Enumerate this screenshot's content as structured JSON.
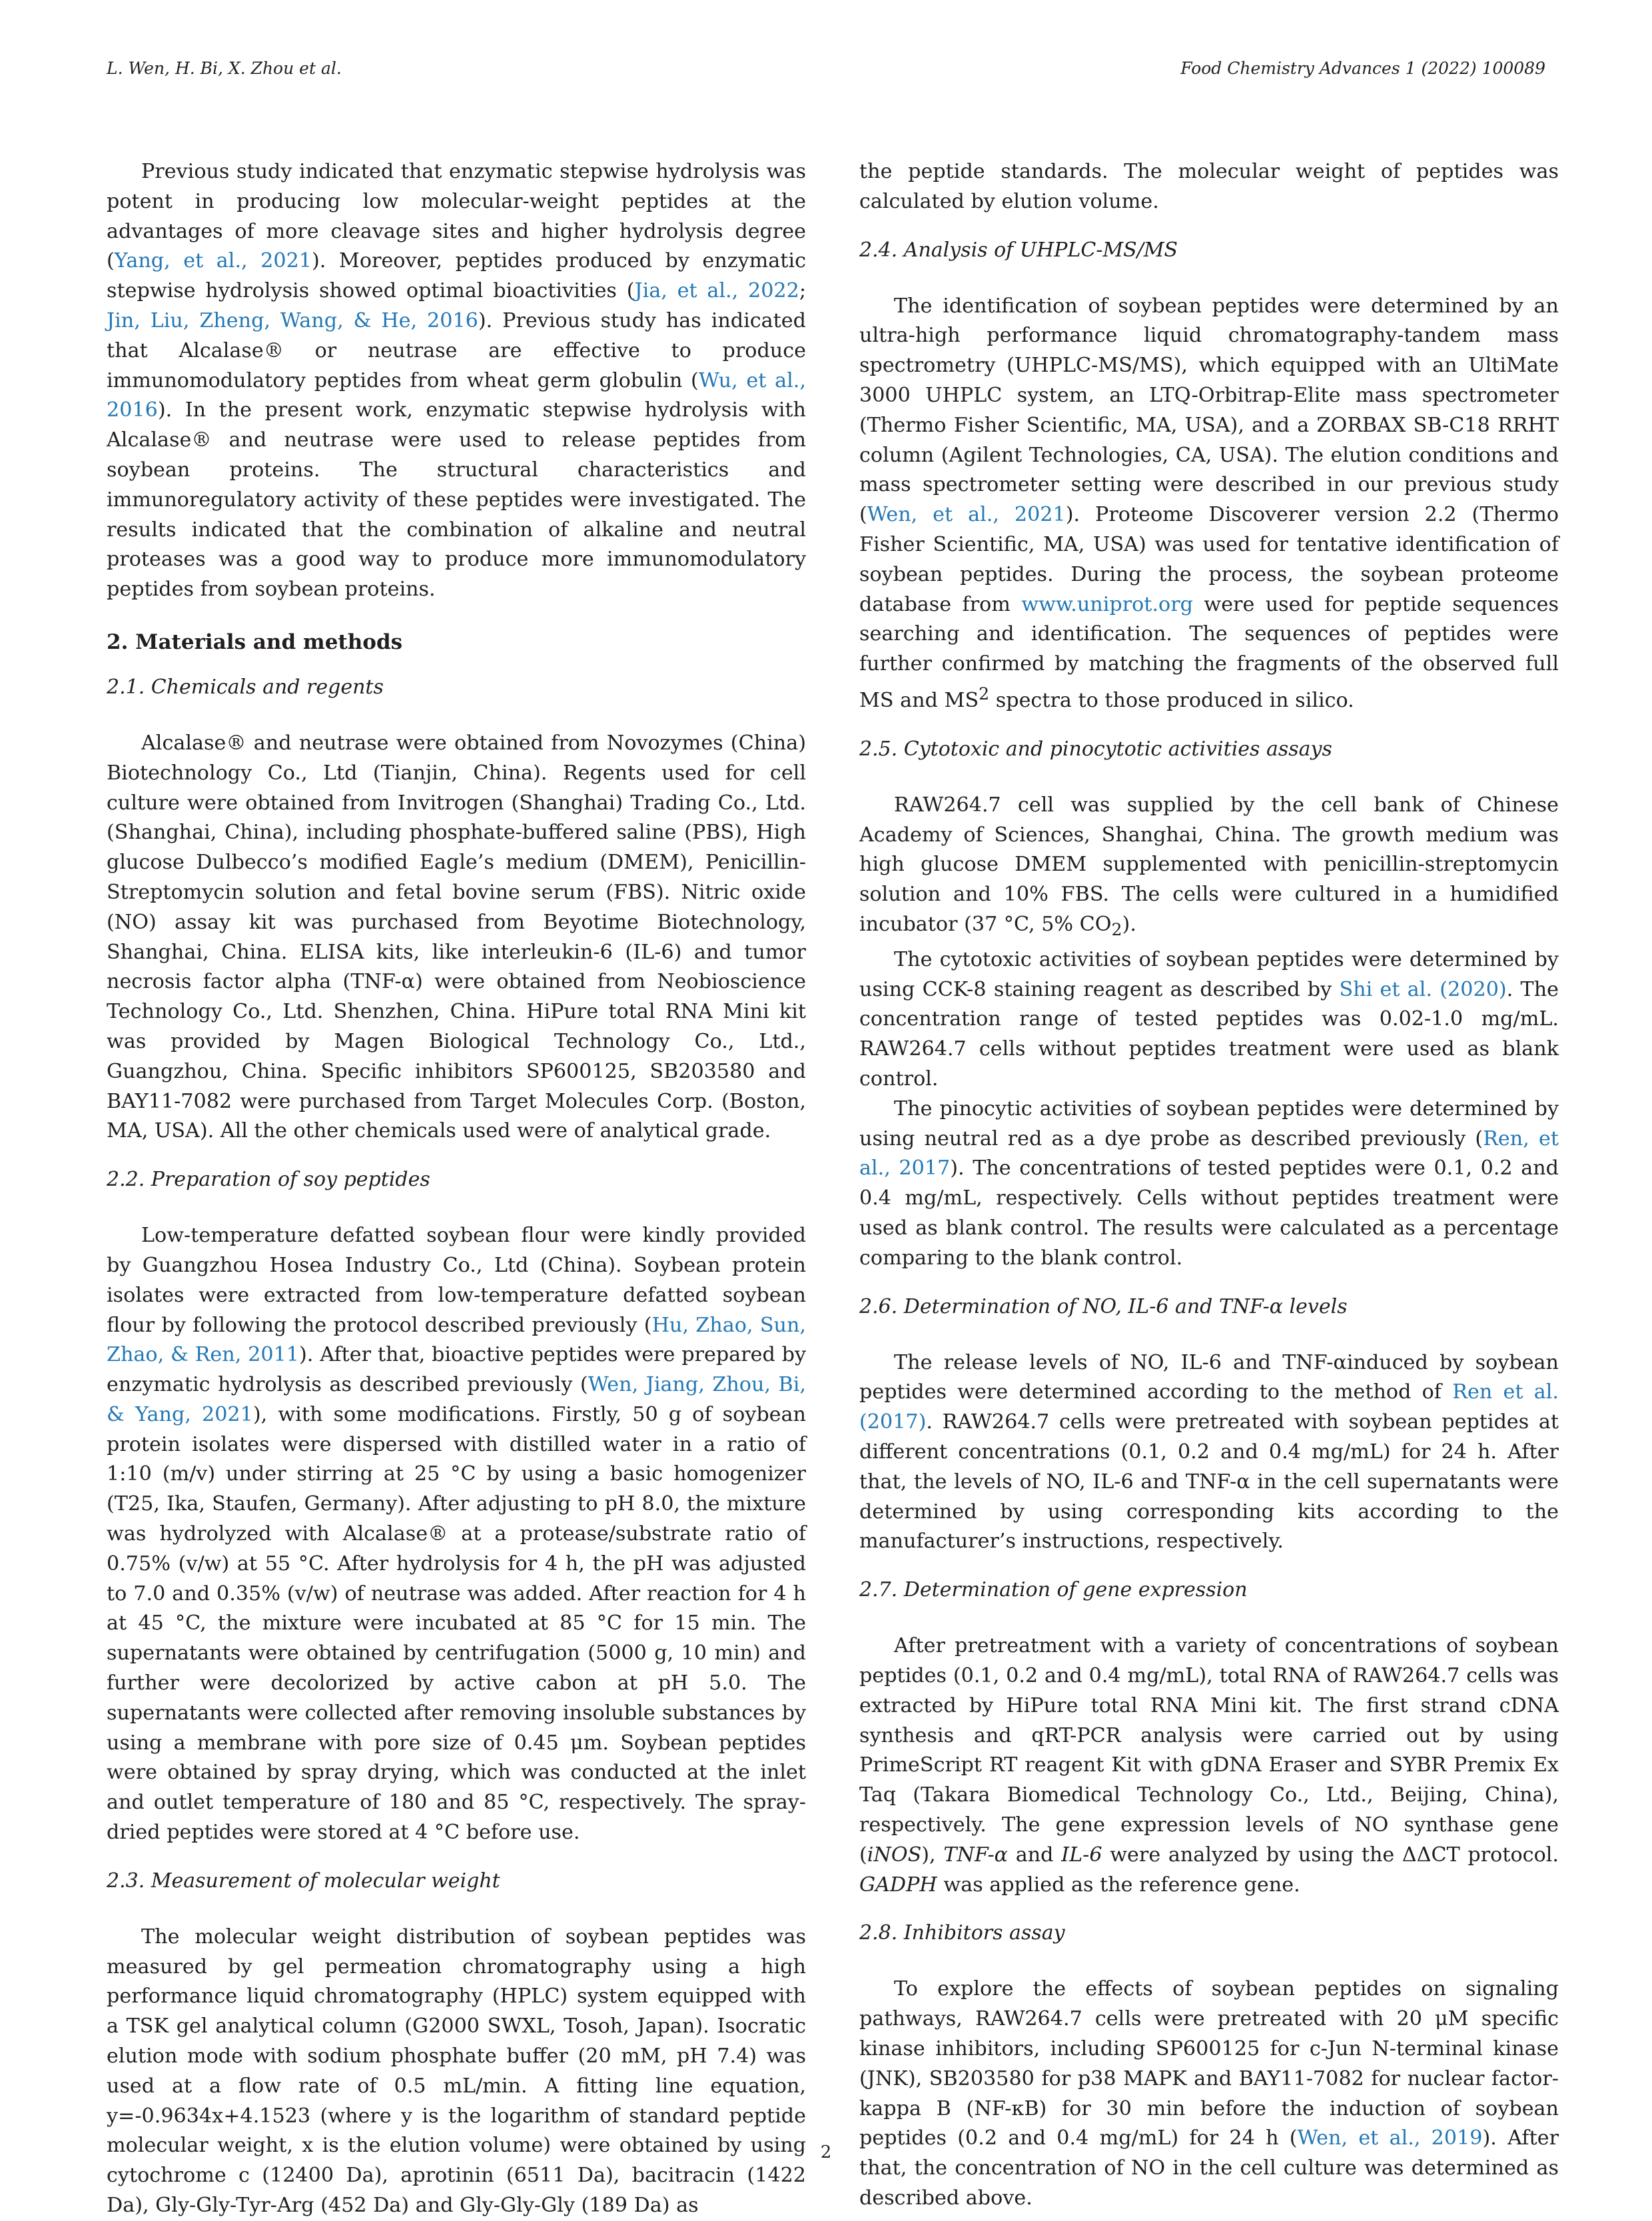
{
  "header": {
    "authors": "L. Wen, H. Bi, X. Zhou et al.",
    "journal": "Food Chemistry Advances 1 (2022) 100089"
  },
  "page_number": "2",
  "left": {
    "p_intro": {
      "a": "Previous study indicated that enzymatic stepwise hydrolysis was potent in producing low molecular-weight peptides at the advantages of more cleavage sites and higher hydrolysis degree (",
      "c1": "Yang, et al., 2021",
      "b": "). Moreover, peptides produced by enzymatic stepwise hydrolysis showed optimal bioactivities (",
      "c2": "Jia, et al., 2022",
      "c": "; ",
      "c3": "Jin, Liu, Zheng, Wang, & He, 2016",
      "d": "). Previous study has indicated that Alcalase® or neutrase are effective to produce immunomodulatory peptides from wheat germ globulin (",
      "c4": "Wu, et al., 2016",
      "e": "). In the present work, enzymatic stepwise hydrolysis with Alcalase® and neutrase were used to release peptides from soybean proteins. The structural characteristics and immunoregulatory activity of these peptides were investigated. The results indicated that the combination of alkaline and neutral proteases was a good way to produce more immunomodulatory peptides from soybean proteins."
    },
    "sec2_title": "2.  Materials and methods",
    "s21_title": "2.1.  Chemicals and regents",
    "s21_p": "Alcalase® and neutrase were obtained from Novozymes (China) Biotechnology Co., Ltd (Tianjin, China). Regents used for cell culture were obtained from Invitrogen (Shanghai) Trading Co., Ltd. (Shanghai, China), including phosphate-buffered saline (PBS), High glucose Dulbecco’s modified Eagle’s medium (DMEM), Penicillin-Streptomycin solution and fetal bovine serum (FBS). Nitric oxide (NO) assay kit was purchased from Beyotime Biotechnology, Shanghai, China. ELISA kits, like interleukin-6 (IL-6) and tumor necrosis factor alpha (TNF-α) were obtained from Neobioscience Technology Co., Ltd. Shenzhen, China. HiPure total RNA Mini kit was provided by Magen Biological Technology Co., Ltd., Guangzhou, China. Specific inhibitors SP600125, SB203580 and BAY11-7082 were purchased from Target Molecules Corp. (Boston, MA, USA). All the other chemicals used were of analytical grade.",
    "s22_title": "2.2.  Preparation of soy peptides",
    "s22_p": {
      "a": "Low-temperature defatted soybean flour were kindly provided by Guangzhou Hosea Industry Co., Ltd (China). Soybean protein isolates were extracted from low-temperature defatted soybean flour by following the protocol described previously (",
      "c1": "Hu, Zhao, Sun, Zhao, & Ren, 2011",
      "b": "). After that, bioactive peptides were prepared by enzymatic hydrolysis as described previously (",
      "c2": "Wen, Jiang, Zhou, Bi, & Yang, 2021",
      "c": "), with some modifications. Firstly, 50 g of soybean protein isolates were dispersed with distilled water in a ratio of 1:10 (m/v) under stirring at 25 °C by using a basic homogenizer (T25, Ika, Staufen, Germany). After adjusting to pH 8.0, the mixture was hydrolyzed with Alcalase® at a protease/substrate ratio of 0.75% (v/w) at 55 °C. After hydrolysis for 4 h, the pH was adjusted to 7.0 and 0.35% (v/w) of neutrase was added. After reaction for 4 h at 45 °C, the mixture were incubated at 85 °C for 15 min. The supernatants were obtained by centrifugation (5000 g, 10 min) and further were decolorized by active cabon at pH 5.0. The supernatants were collected after removing insoluble substances by using a membrane with pore size of 0.45 μm. Soybean peptides were obtained by spray drying, which was conducted at the inlet and outlet temperature of 180 and 85 °C, respectively. The spray-dried peptides were stored at 4 °C before use."
    },
    "s23_title": "2.3.  Measurement of molecular weight",
    "s23_p": "The molecular weight distribution of soybean peptides was measured by gel permeation chromatography using a high performance liquid chromatography (HPLC) system equipped with a TSK gel analytical column (G2000 SWXL, Tosoh, Japan). Isocratic elution mode with sodium phosphate buffer (20 mM, pH 7.4) was used at a flow rate of 0.5 mL/min. A fitting line equation, y=-0.9634x+4.1523 (where y is the logarithm of standard peptide molecular weight, x is the elution volume) were obtained by using cytochrome c (12400 Da), aprotinin (6511 Da), bacitracin (1422 Da), Gly-Gly-Tyr-Arg (452 Da) and Gly-Gly-Gly (189 Da) as"
  },
  "right": {
    "p_cont": "the peptide standards. The molecular weight of peptides was calculated by elution volume.",
    "s24_title": "2.4.  Analysis of UHPLC-MS/MS",
    "s24_p": {
      "a": "The identification of soybean peptides were determined by an ultra-high performance liquid chromatography-tandem mass spectrometry (UHPLC-MS/MS), which equipped with an UltiMate 3000 UHPLC system, an LTQ-Orbitrap-Elite mass spectrometer (Thermo Fisher Scientific, MA, USA), and a ZORBAX SB-C18 RRHT column (Agilent Technologies, CA, USA). The elution conditions and mass spectrometer setting were described in our previous study (",
      "c1": "Wen, et al., 2021",
      "b": "). Proteome Discoverer version 2.2 (Thermo Fisher Scientific, MA, USA) was used for tentative identification of soybean peptides. During the process, the soybean proteome database from ",
      "c2": "www.uniprot.org",
      "c": " were used for peptide sequences searching and identification. The sequences of peptides were further confirmed by matching the fragments of the observed full MS and MS",
      "sup": "2",
      "d": " spectra to those produced in silico."
    },
    "s25_title": "2.5.  Cytotoxic and pinocytotic activities assays",
    "s25_p1": {
      "a": "RAW264.7 cell was supplied by the cell bank of Chinese Academy of Sciences, Shanghai, China. The growth medium was high glucose DMEM supplemented with penicillin-streptomycin solution and 10% FBS. The cells were cultured in a humidified incubator (37 °C, 5% CO",
      "sub": "2",
      "b": ")."
    },
    "s25_p2": {
      "a": "The cytotoxic activities of soybean peptides were determined by using CCK-8 staining reagent as described by ",
      "c1": "Shi et al. (2020)",
      "b": ". The concentration range of tested peptides was 0.02-1.0 mg/mL. RAW264.7 cells without peptides treatment were used as blank control."
    },
    "s25_p3": {
      "a": "The pinocytic activities of soybean peptides were determined by using neutral red as a dye probe as described previously (",
      "c1": "Ren, et al., 2017",
      "b": "). The concentrations of tested peptides were 0.1, 0.2 and 0.4 mg/mL, respectively. Cells without peptides treatment were used as blank control. The results were calculated as a percentage comparing to the blank control."
    },
    "s26_title": "2.6.  Determination of NO, IL-6 and TNF-α levels",
    "s26_p": {
      "a": "The release levels of NO, IL-6 and TNF-αinduced by soybean peptides were determined according to the method of ",
      "c1": "Ren et al. (2017)",
      "b": ". RAW264.7 cells were pretreated with soybean peptides at different concentrations (0.1, 0.2 and 0.4 mg/mL) for 24 h. After that, the levels of NO, IL-6 and TNF-α in the cell supernatants were determined by using corresponding kits according to the manufacturer’s instructions, respectively."
    },
    "s27_title": "2.7.  Determination of gene expression",
    "s27_p": {
      "a": "After pretreatment with a variety of concentrations of soybean peptides (0.1, 0.2 and 0.4 mg/mL), total RNA of RAW264.7 cells was extracted by HiPure total RNA Mini kit. The first strand cDNA synthesis and qRT-PCR analysis were carried out by using PrimeScript RT reagent Kit with gDNA Eraser and SYBR Premix Ex Taq (Takara Biomedical Technology Co., Ltd., Beijing, China), respectively. The gene expression levels of NO synthase gene (",
      "i1": "iNOS",
      "b": "), ",
      "i2": "TNF-α",
      "c": " and ",
      "i3": "IL-6",
      "d": " were analyzed by using the ΔΔCT protocol. ",
      "i4": "GADPH",
      "e": " was applied as the reference gene."
    },
    "s28_title": "2.8.  Inhibitors assay",
    "s28_p": {
      "a": "To explore the effects of soybean peptides on signaling pathways, RAW264.7 cells were pretreated with 20 μM specific kinase inhibitors, including SP600125 for c-Jun N-terminal kinase (JNK), SB203580 for p38 MAPK and BAY11-7082 for nuclear factor-kappa B (NF-κB) for 30 min before the induction of soybean peptides (0.2 and 0.4 mg/mL) for 24 h (",
      "c1": "Wen, et al., 2019",
      "b": "). After that, the concentration of NO in the cell culture was determined as described above."
    }
  }
}
